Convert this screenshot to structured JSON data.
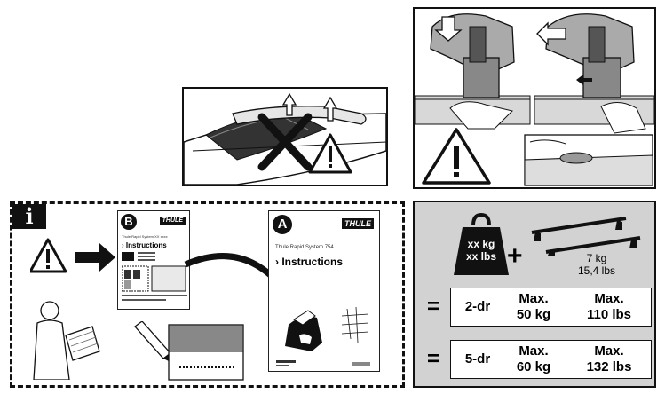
{
  "roof_warning": {
    "icons": [
      "roof-rail-car-icon",
      "cross-icon",
      "warning-triangle-icon"
    ]
  },
  "mount_steps": {
    "icons": [
      "foot-clamp-icon",
      "arrow-icon",
      "warning-triangle-icon"
    ]
  },
  "info": {
    "badge": "i",
    "booklet_b": {
      "letter": "B",
      "brand": "THULE",
      "subtitle": "Thule Rapid System XX xxxx",
      "heading": "› Instructions"
    },
    "booklet_a": {
      "letter": "A",
      "brand": "THULE",
      "subtitle": "Thule Rapid System 754",
      "heading": "› Instructions"
    }
  },
  "weights": {
    "load_weight": [
      "xx kg",
      "xx lbs"
    ],
    "plus": "+",
    "rack_weight": [
      "7 kg",
      "15,4 lbs"
    ],
    "rows": [
      {
        "eq": "=",
        "doors": "2-dr",
        "max_label_1": "Max.",
        "kg": "50 kg",
        "max_label_2": "Max.",
        "lbs": "110 lbs"
      },
      {
        "eq": "=",
        "doors": "5-dr",
        "max_label_1": "Max.",
        "kg": "60 kg",
        "max_label_2": "Max.",
        "lbs": "132 lbs"
      }
    ]
  }
}
